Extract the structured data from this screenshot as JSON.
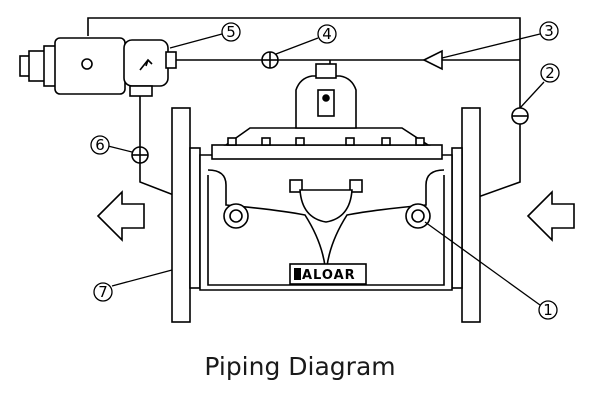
{
  "caption": "Piping Diagram",
  "brand_plate": "ALOAR",
  "callouts": [
    "1",
    "2",
    "3",
    "4",
    "5",
    "6",
    "7"
  ]
}
